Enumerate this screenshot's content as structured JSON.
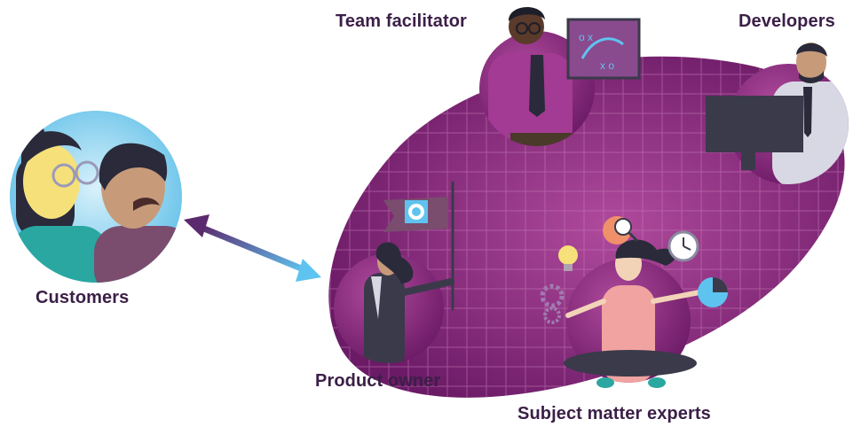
{
  "diagram": {
    "labels": {
      "team_facilitator": "Team facilitator",
      "developers": "Developers",
      "customers": "Customers",
      "product_owner": "Product owner",
      "subject_matter_experts": "Subject matter experts"
    },
    "colors": {
      "label_text": "#3b1f47",
      "blob_dark": "#6b1a66",
      "blob_light": "#b04a9c",
      "grid_line": "#c77bb8",
      "circle_fill": "#8c2a7e",
      "customers_sky": "#6ec6ea",
      "arrow_start": "#5b2a6e",
      "arrow_end": "#5fc3ef",
      "skin_dark": "#5a3a2a",
      "skin_tan": "#c79a7a",
      "skin_light": "#f2d3b8"
    },
    "icons": [
      "lightbulb-icon",
      "gear-icon",
      "magnifier-icon",
      "clock-icon",
      "pie-chart-icon",
      "target-icon"
    ]
  }
}
